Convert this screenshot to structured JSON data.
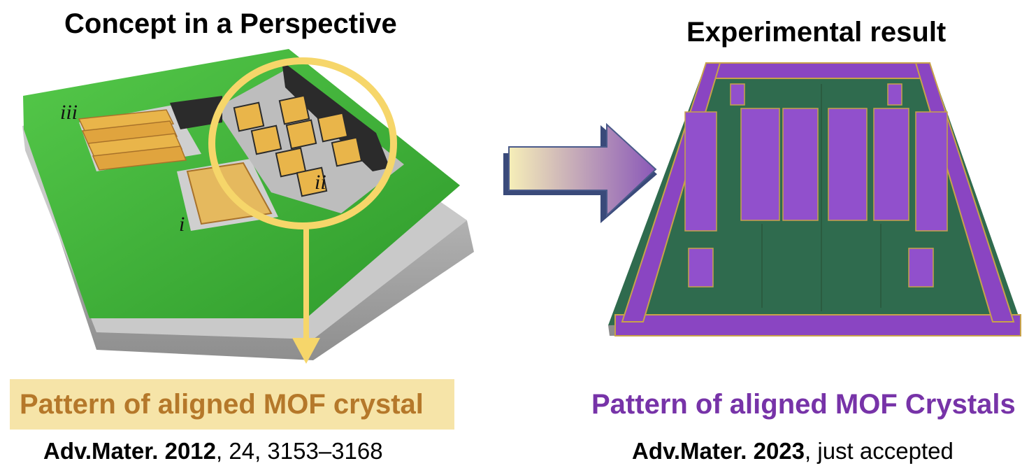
{
  "left_panel": {
    "title": "Concept in a Perspective",
    "labels": {
      "i": "i",
      "ii": "ii",
      "iii": "iii"
    },
    "caption": "Pattern of aligned MOF crystal",
    "citation": {
      "journal_year": "Adv.Mater. 2012",
      "details": ", 24, 3153–3168"
    }
  },
  "right_panel": {
    "title": "Experimental result",
    "caption": "Pattern of aligned MOF Crystals",
    "citation": {
      "journal_year": "Adv.Mater. 2023",
      "details": ", just accepted"
    }
  },
  "colors": {
    "substrate_green": "#3fb23a",
    "substrate_gray": "#b8b8b8",
    "crystal_gold": "#e9b54a",
    "highlight_circle": "#f6d66a",
    "mof_purple": "#8a45c2",
    "mof_green_base": "#2f6b4e",
    "caption_left": "#b5782a",
    "caption_right": "#7733a8",
    "arrow_from": "#f6eeb8",
    "arrow_to": "#8a58b8"
  }
}
